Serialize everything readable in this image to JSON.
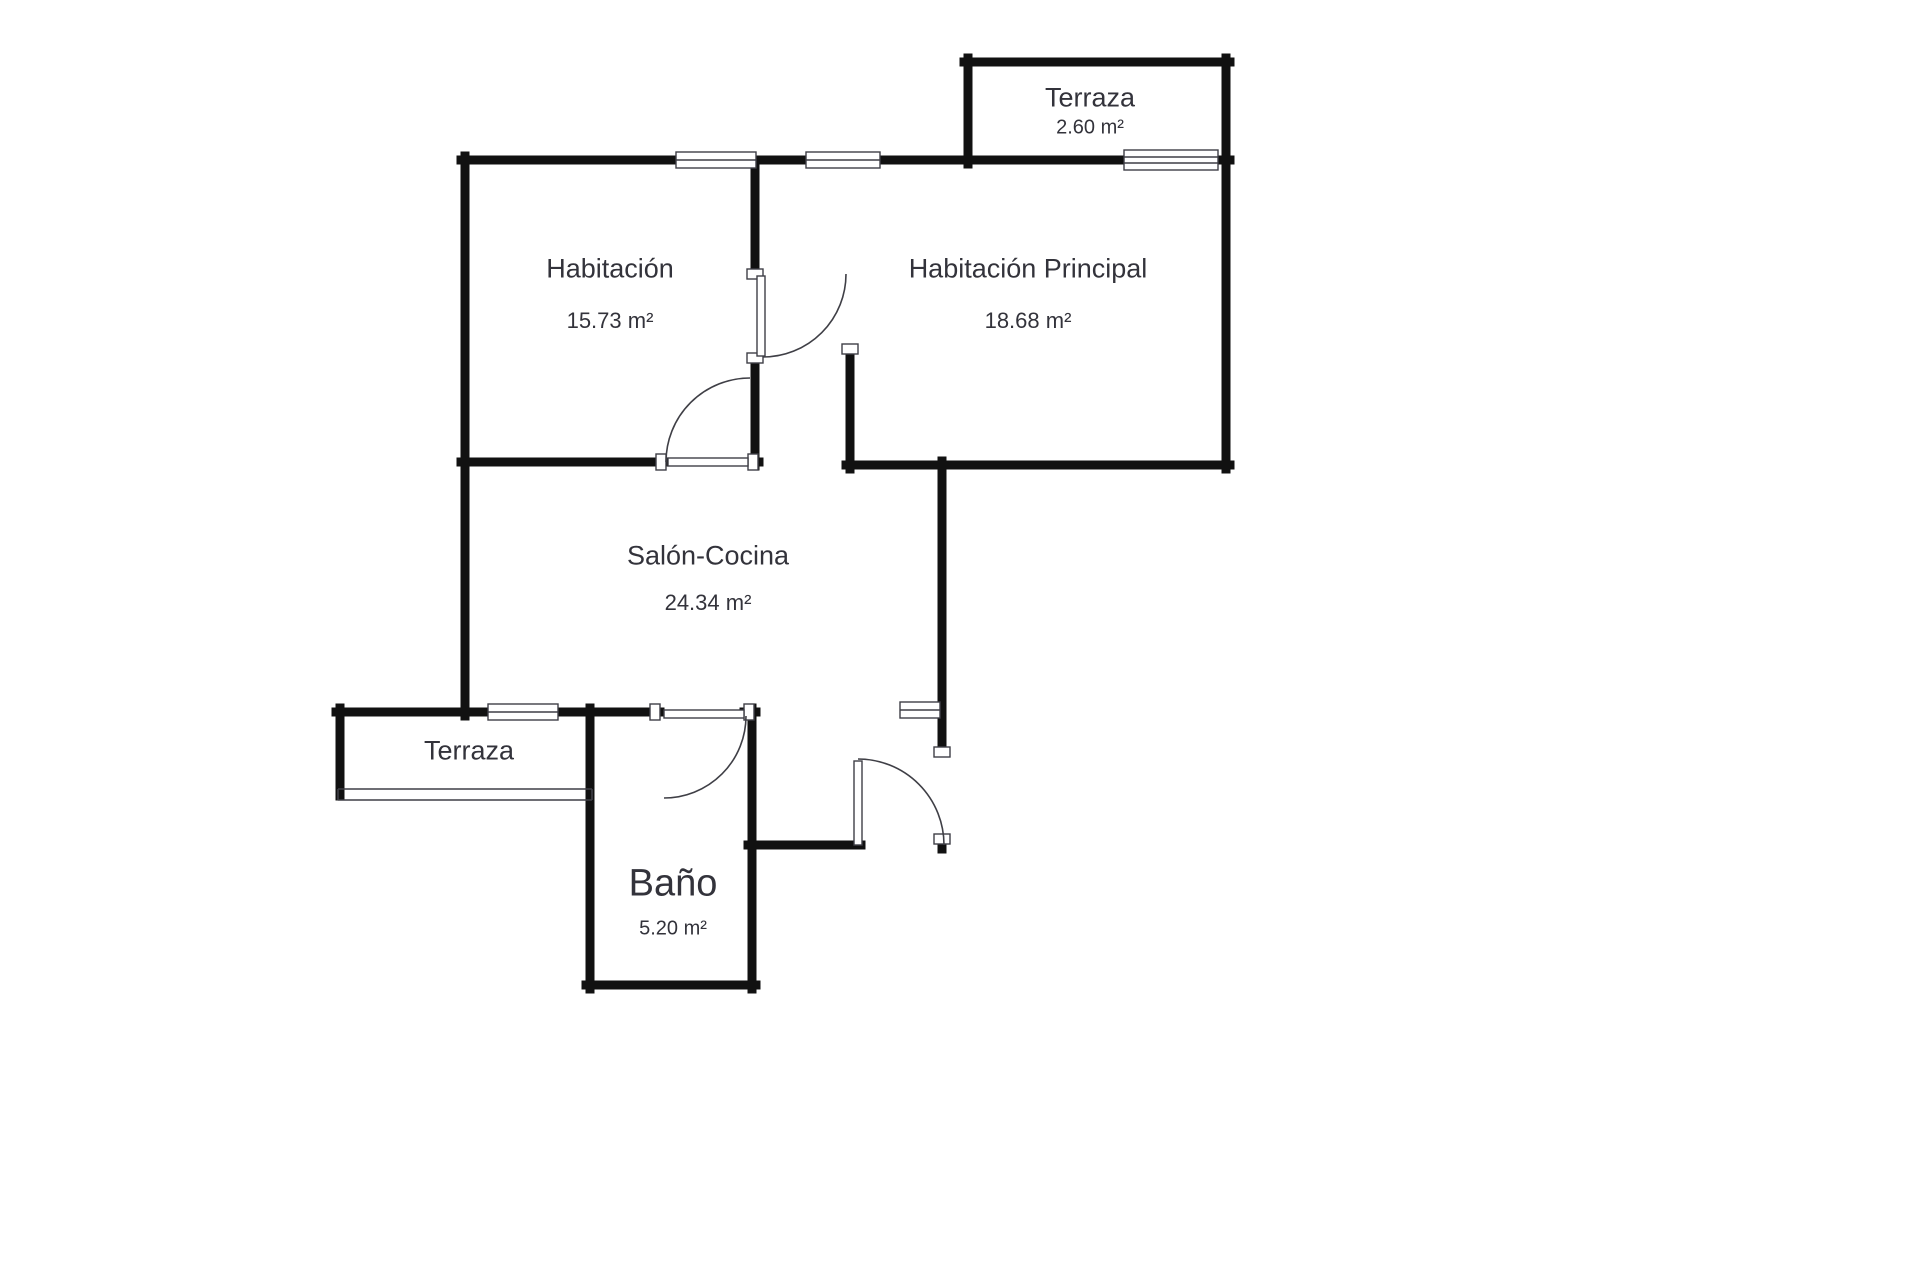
{
  "floorplan": {
    "rooms": {
      "terraza_top": {
        "name": "Terraza",
        "area": "2.60 m²"
      },
      "habitacion": {
        "name": "Habitación",
        "area": "15.73 m²"
      },
      "habitacion_principal": {
        "name": "Habitación Principal",
        "area": "18.68 m²"
      },
      "salon_cocina": {
        "name": "Salón-Cocina",
        "area": "24.34 m²"
      },
      "terraza_bottom": {
        "name": "Terraza"
      },
      "bano": {
        "name": "Baño",
        "area": "5.20 m²"
      }
    },
    "colors": {
      "wall": "#111111",
      "text": "#33333b",
      "background": "#ffffff"
    }
  }
}
